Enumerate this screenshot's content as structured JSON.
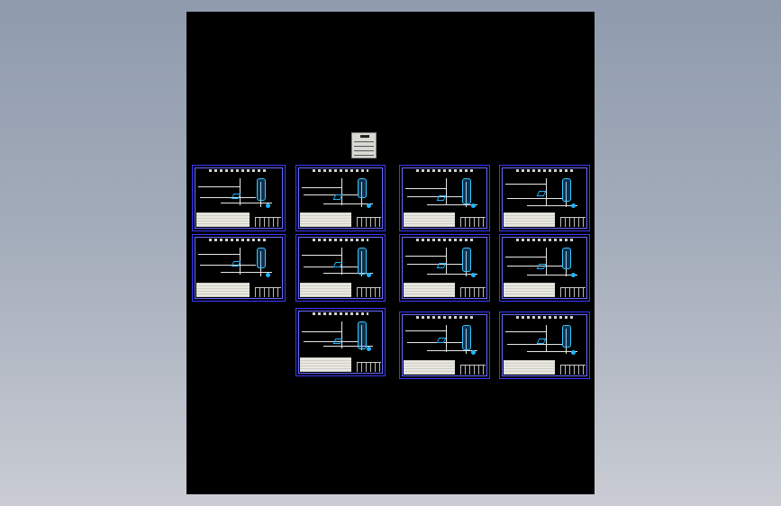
{
  "viewer": {
    "background": "#9aa5b5",
    "sheet_color": "#000000",
    "frame_color": "#3a3aff",
    "equipment_color": "#1fb5ff"
  },
  "sheet": {
    "title_block": {
      "label": ""
    },
    "drawings": [
      {
        "id": "d1",
        "title": "",
        "row": 1,
        "col": 1
      },
      {
        "id": "d2",
        "title": "",
        "row": 1,
        "col": 2
      },
      {
        "id": "d3",
        "title": "",
        "row": 1,
        "col": 3
      },
      {
        "id": "d4",
        "title": "",
        "row": 1,
        "col": 4
      },
      {
        "id": "d5",
        "title": "",
        "row": 2,
        "col": 1
      },
      {
        "id": "d6",
        "title": "",
        "row": 2,
        "col": 2
      },
      {
        "id": "d7",
        "title": "",
        "row": 2,
        "col": 3
      },
      {
        "id": "d8",
        "title": "",
        "row": 2,
        "col": 4
      },
      {
        "id": "d9",
        "title": "",
        "row": 3,
        "col": 2
      },
      {
        "id": "d10",
        "title": "",
        "row": 3,
        "col": 3
      },
      {
        "id": "d11",
        "title": "",
        "row": 3,
        "col": 4
      }
    ]
  }
}
